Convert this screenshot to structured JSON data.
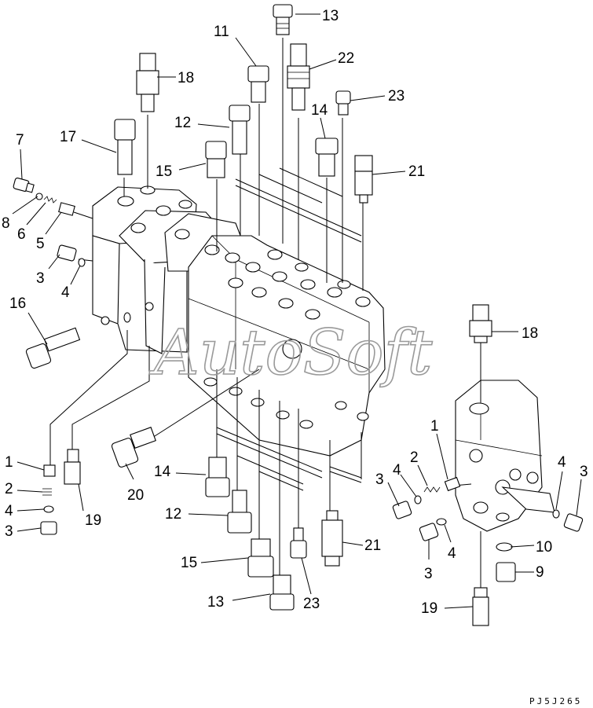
{
  "drawing_code": "PJ5J265",
  "watermark": "AutoSoft",
  "callouts": [
    {
      "id": "c13a",
      "text": "13"
    },
    {
      "id": "c11",
      "text": "11"
    },
    {
      "id": "c22",
      "text": "22"
    },
    {
      "id": "c18a",
      "text": "18"
    },
    {
      "id": "c23a",
      "text": "23"
    },
    {
      "id": "c12a",
      "text": "12"
    },
    {
      "id": "c14a",
      "text": "14"
    },
    {
      "id": "c7",
      "text": "7"
    },
    {
      "id": "c17",
      "text": "17"
    },
    {
      "id": "c21a",
      "text": "21"
    },
    {
      "id": "c15a",
      "text": "15"
    },
    {
      "id": "c8",
      "text": "8"
    },
    {
      "id": "c6",
      "text": "6"
    },
    {
      "id": "c5",
      "text": "5"
    },
    {
      "id": "c3a",
      "text": "3"
    },
    {
      "id": "c4a",
      "text": "4"
    },
    {
      "id": "c16",
      "text": "16"
    },
    {
      "id": "c18b",
      "text": "18"
    },
    {
      "id": "c1a",
      "text": "1"
    },
    {
      "id": "c2a",
      "text": "2"
    },
    {
      "id": "c4b",
      "text": "4"
    },
    {
      "id": "c3b",
      "text": "3"
    },
    {
      "id": "c19a",
      "text": "19"
    },
    {
      "id": "c20",
      "text": "20"
    },
    {
      "id": "c14b",
      "text": "14"
    },
    {
      "id": "c12b",
      "text": "12"
    },
    {
      "id": "c15b",
      "text": "15"
    },
    {
      "id": "c13b",
      "text": "13"
    },
    {
      "id": "c23b",
      "text": "23"
    },
    {
      "id": "c21b",
      "text": "21"
    },
    {
      "id": "c1b",
      "text": "1"
    },
    {
      "id": "c2b",
      "text": "2"
    },
    {
      "id": "c3c",
      "text": "3"
    },
    {
      "id": "c4c",
      "text": "4"
    },
    {
      "id": "c4d",
      "text": "4"
    },
    {
      "id": "c3d",
      "text": "3"
    },
    {
      "id": "c3e",
      "text": "3"
    },
    {
      "id": "c4e",
      "text": "4"
    },
    {
      "id": "c10",
      "text": "10"
    },
    {
      "id": "c9",
      "text": "9"
    },
    {
      "id": "c19b",
      "text": "19"
    }
  ]
}
